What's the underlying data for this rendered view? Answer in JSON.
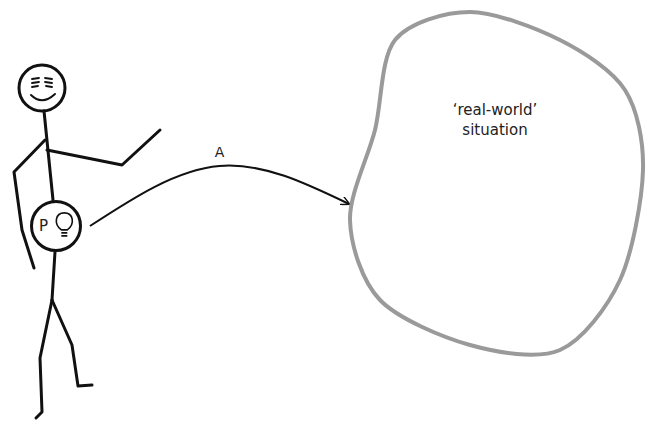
{
  "diagram": {
    "nodes": [
      {
        "text": [
          "P"
        ]
      },
      {
        "text": [
          "‘real-world’ situation"
        ]
      }
    ],
    "edges": [
      {
        "from": 0,
        "to": 1,
        "arrow": "to",
        "label": "A"
      }
    ]
  }
}
